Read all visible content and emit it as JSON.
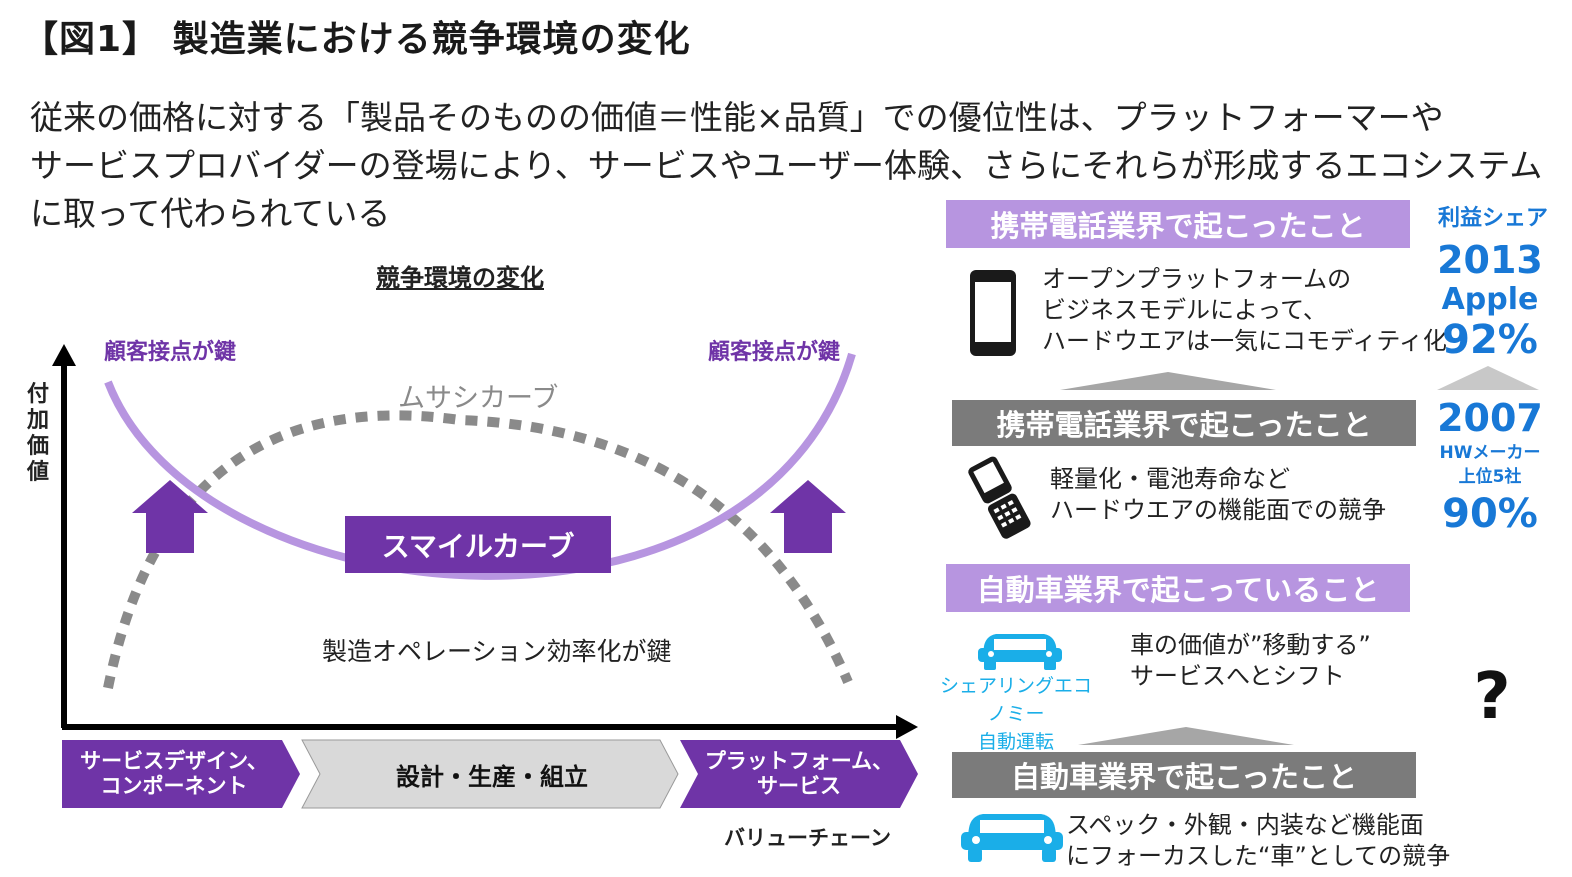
{
  "title": "【図1】 製造業における競争環境の変化",
  "intro": [
    "従来の価格に対する「製品そのものの価値＝性能×品質」での優位性は、プラットフォーマーや",
    "サービスプロバイダーの登場により、サービスやユーザー体験、さらにそれらが形成するエコシステム",
    "に取って代わられている"
  ],
  "diagram": {
    "title": "競争環境の変化",
    "y_axis_label": "付加価値",
    "x_axis_label": "バリューチェーン",
    "left_key": "顧客接点が鍵",
    "right_key": "顧客接点が鍵",
    "musashi_curve": "ムサシカーブ",
    "smile_curve": "スマイルカーブ",
    "center_note": "製造オペレーション効率化が鍵",
    "chain": [
      "サービスデザイン、\nコンポーネント",
      "設計・生産・組立",
      "プラットフォーム、\nサービス"
    ]
  },
  "right_panel": {
    "mobile_now": {
      "header": "携帯電話業界で起こったこと",
      "text": [
        "オープンプラットフォームの",
        "ビジネスモデルによって、",
        "ハードウエアは一気にコモディティ化"
      ],
      "icon": "smartphone-icon"
    },
    "mobile_before": {
      "header": "携帯電話業界で起こったこと",
      "text": [
        "軽量化・電池寿命など",
        "ハードウエアの機能面での競争"
      ],
      "icon": "flip-phone-icon"
    },
    "auto_now": {
      "header": "自動車業界で起こっていること",
      "text": [
        "車の価値が”移動する”",
        "サービスへとシフト"
      ],
      "icon_caption": [
        "シェアリングエコノミー",
        "自動運転"
      ],
      "icon": "car-icon"
    },
    "auto_before": {
      "header": "自動車業界で起こったこと",
      "text": [
        "スペック・外観・内装など機能面",
        "にフォーカスした“車”としての競争"
      ],
      "icon": "car-icon"
    }
  },
  "profit_share": {
    "label": "利益シェア",
    "recent": {
      "year": "2013",
      "company": "Apple",
      "share": "92%"
    },
    "earlier": {
      "year": "2007",
      "company_line1": "HWメーカー",
      "company_line2": "上位5社",
      "share": "90%"
    },
    "unknown": "?"
  },
  "colors": {
    "purple": "#6f34a7",
    "lilac": "#b795e0",
    "gray_header": "#7b7b7b",
    "blue": "#1878d6"
  }
}
